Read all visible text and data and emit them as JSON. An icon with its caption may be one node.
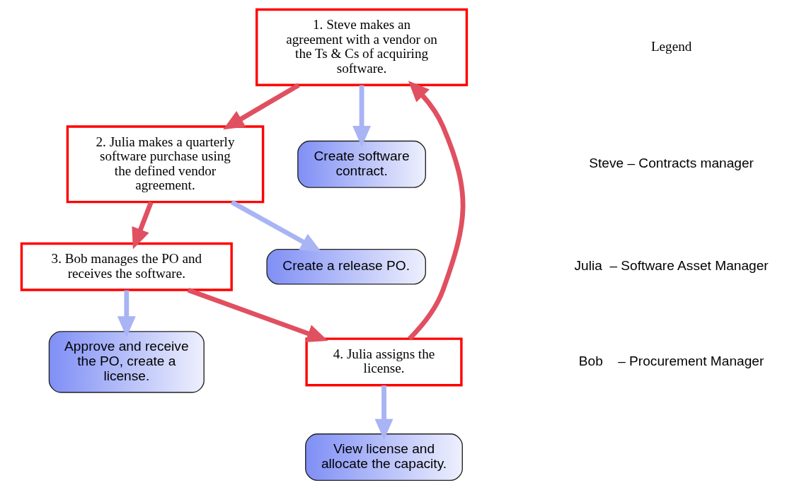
{
  "diagram": {
    "nodes": [
      {
        "text": [
          "1. Steve makes an agreement with a vendor on the Ts & Cs of acquiring software."
        ]
      },
      {
        "text": [
          "2. Julia makes a quarterly software purchase using the defined vendor agreement."
        ]
      },
      {
        "text": [
          "3. Bob manages the PO and receives the software."
        ]
      },
      {
        "text": [
          "4. Julia assigns the license."
        ]
      },
      {
        "text": [
          "Create software contract."
        ]
      },
      {
        "text": [
          "Create a release PO."
        ]
      },
      {
        "text": [
          "Approve and receive the PO, create a license."
        ]
      },
      {
        "text": [
          "View license and allocate the capacity."
        ]
      }
    ],
    "edges": [
      {
        "from": 0,
        "to": 1,
        "arrow": "to",
        "color": "#e05060"
      },
      {
        "from": 1,
        "to": 2,
        "arrow": "to",
        "color": "#e05060"
      },
      {
        "from": 2,
        "to": 3,
        "arrow": "to",
        "color": "#e05060"
      },
      {
        "from": 3,
        "to": 0,
        "arrow": "to",
        "color": "#e05060"
      },
      {
        "from": 0,
        "to": 4,
        "arrow": "to",
        "color": "#a8b4f4"
      },
      {
        "from": 1,
        "to": 5,
        "arrow": "to",
        "color": "#a8b4f4"
      },
      {
        "from": 2,
        "to": 6,
        "arrow": "to",
        "color": "#a8b4f4"
      },
      {
        "from": 3,
        "to": 7,
        "arrow": "to",
        "color": "#a8b4f4"
      }
    ],
    "labels": [
      "Legend",
      "Steve – Contracts manager",
      "Julia  – Software Asset Manager",
      "Bob    – Procurement Manager"
    ]
  }
}
